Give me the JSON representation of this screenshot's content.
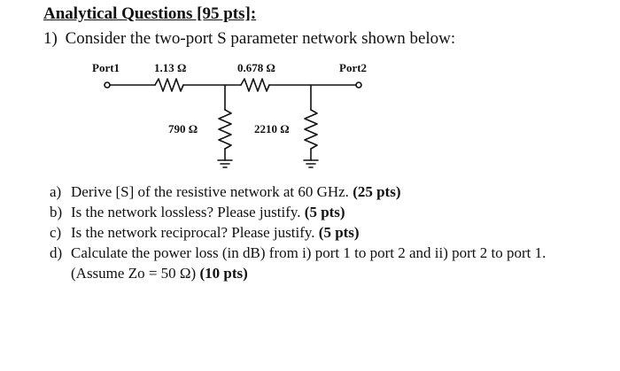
{
  "heading": "Analytical Questions [95 pts]:",
  "question": {
    "number": "1)",
    "text": "Consider the two-port S parameter network shown below:"
  },
  "circuit": {
    "port1_label": "Port1",
    "port2_label": "Port2",
    "series_resistor_1": "1.13 Ω",
    "series_resistor_2": "0.678 Ω",
    "shunt_resistor_1": "790 Ω",
    "shunt_resistor_2": "2210 Ω"
  },
  "parts": [
    {
      "letter": "a)",
      "text": "Derive [S] of the resistive network at 60 GHz.",
      "points": "(25 pts)"
    },
    {
      "letter": "b)",
      "text": "Is the network lossless? Please justify.",
      "points": "(5 pts)"
    },
    {
      "letter": "c)",
      "text": "Is the network reciprocal? Please justify.",
      "points": "(5 pts)"
    },
    {
      "letter": "d)",
      "text": "Calculate the power loss (in dB) from i) port 1 to port 2 and ii) port 2 to port 1. (Assume Zo = 50 Ω)",
      "points": "(10 pts)"
    }
  ]
}
